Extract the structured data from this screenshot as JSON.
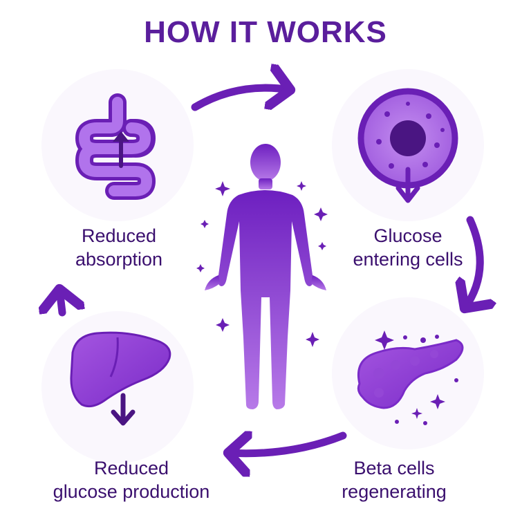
{
  "title": "HOW IT WORKS",
  "steps": [
    {
      "id": "absorption",
      "line1": "Reduced",
      "line2": "absorption",
      "icon": "intestine-icon"
    },
    {
      "id": "cells",
      "line1": "Glucose",
      "line2": "entering cells",
      "icon": "cell-icon"
    },
    {
      "id": "beta",
      "line1": "Beta cells",
      "line2": "regenerating",
      "icon": "pancreas-icon"
    },
    {
      "id": "liver",
      "line1": "Reduced",
      "line2": "glucose production",
      "icon": "liver-icon"
    }
  ],
  "colors": {
    "title": "#5a1e9c",
    "accent": "#7b2cc9",
    "accent_light": "#a65fe0",
    "dark": "#4a1582",
    "text": "#3a0f6e"
  }
}
